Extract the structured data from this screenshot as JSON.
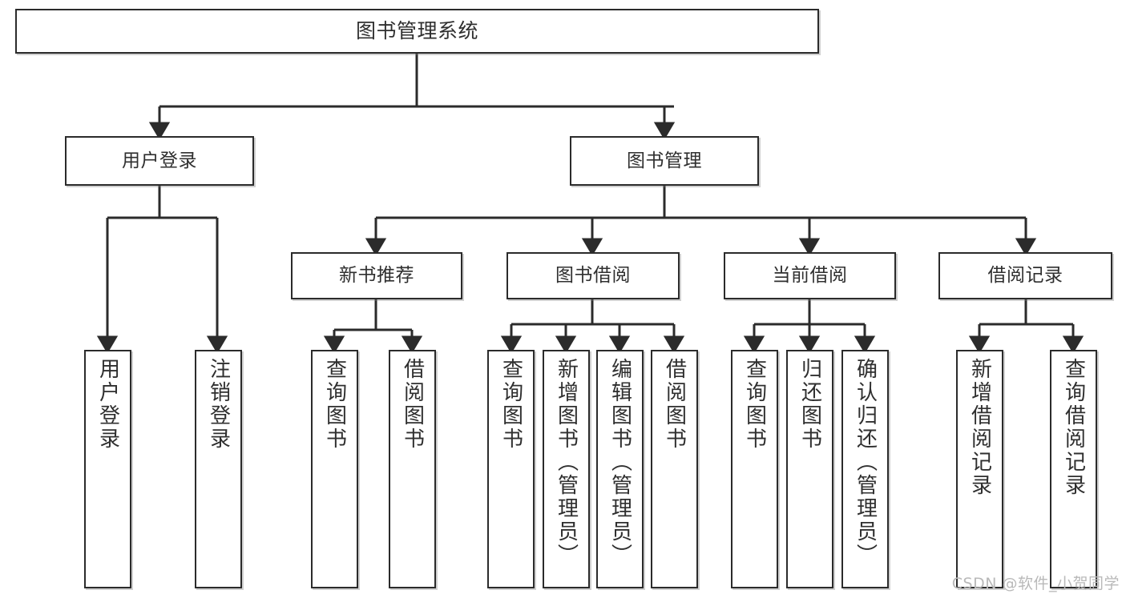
{
  "diagram": {
    "title": "图书管理系统",
    "type": "tree-hierarchy",
    "root": {
      "id": "root",
      "label": "图书管理系统"
    },
    "level2": [
      {
        "id": "user-login",
        "label": "用户登录"
      },
      {
        "id": "book-manage",
        "label": "图书管理"
      }
    ],
    "level3": [
      {
        "id": "new-book-rec",
        "label": "新书推荐"
      },
      {
        "id": "book-borrow",
        "label": "图书借阅"
      },
      {
        "id": "current-borrow",
        "label": "当前借阅"
      },
      {
        "id": "borrow-record",
        "label": "借阅记录"
      }
    ],
    "leaves": [
      {
        "id": "leaf-user-login",
        "label": "用户登录",
        "parent": "user-login"
      },
      {
        "id": "leaf-user-logout",
        "label": "注销登录",
        "parent": "user-login"
      },
      {
        "id": "leaf-query-book-1",
        "label": "查询图书",
        "parent": "new-book-rec"
      },
      {
        "id": "leaf-borrow-book-1",
        "label": "借阅图书",
        "parent": "new-book-rec"
      },
      {
        "id": "leaf-query-book-2",
        "label": "查询图书",
        "parent": "book-borrow"
      },
      {
        "id": "leaf-add-book",
        "label": "新增图书（管理员）",
        "parent": "book-borrow"
      },
      {
        "id": "leaf-edit-book",
        "label": "编辑图书（管理员）",
        "parent": "book-borrow"
      },
      {
        "id": "leaf-borrow-book-2",
        "label": "借阅图书",
        "parent": "book-borrow"
      },
      {
        "id": "leaf-query-book-3",
        "label": "查询图书",
        "parent": "current-borrow"
      },
      {
        "id": "leaf-return-book",
        "label": "归还图书",
        "parent": "current-borrow"
      },
      {
        "id": "leaf-confirm-return",
        "label": "确认归还（管理员）",
        "parent": "current-borrow"
      },
      {
        "id": "leaf-add-record",
        "label": "新增借阅记录",
        "parent": "borrow-record"
      },
      {
        "id": "leaf-query-record",
        "label": "查询借阅记录",
        "parent": "borrow-record"
      }
    ]
  },
  "watermark": {
    "text": "CSDN @软件_小贺同学"
  },
  "colors": {
    "stroke": "#2b2b2b",
    "text": "#2f2f2f",
    "background": "#ffffff",
    "watermark": "#b9b9b9"
  }
}
